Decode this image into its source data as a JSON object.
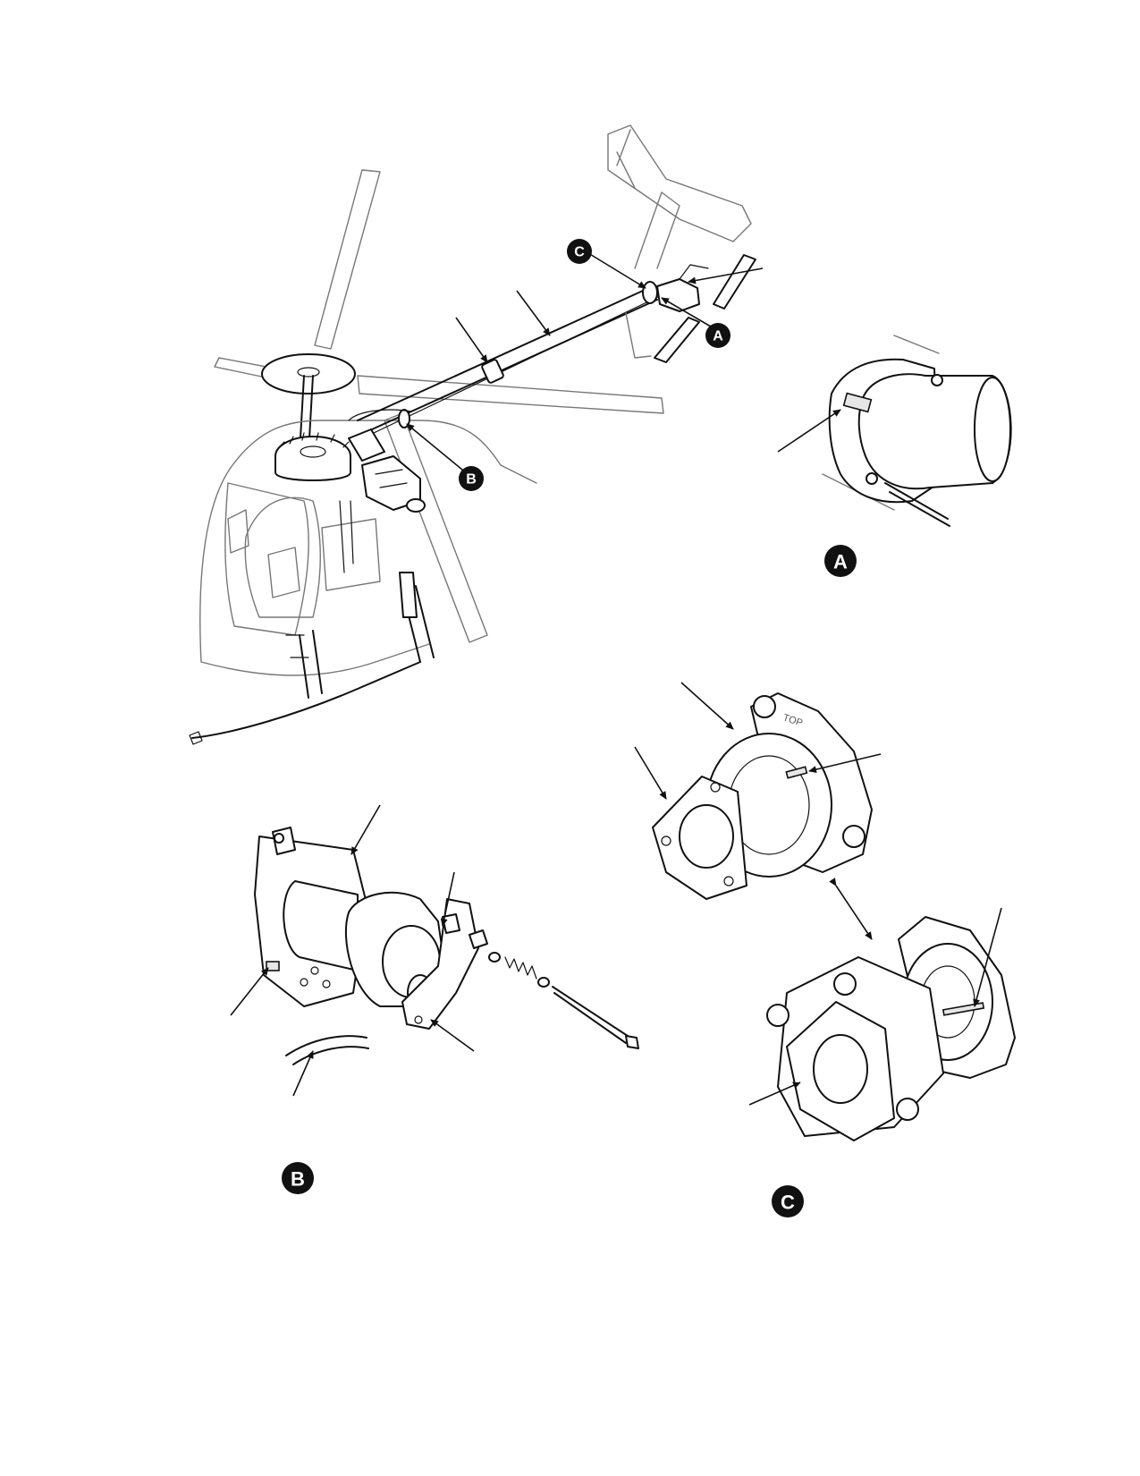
{
  "callouts": {
    "detail_a": "A",
    "detail_b": "B",
    "detail_c": "C"
  },
  "detail_c_marking": "TOP"
}
